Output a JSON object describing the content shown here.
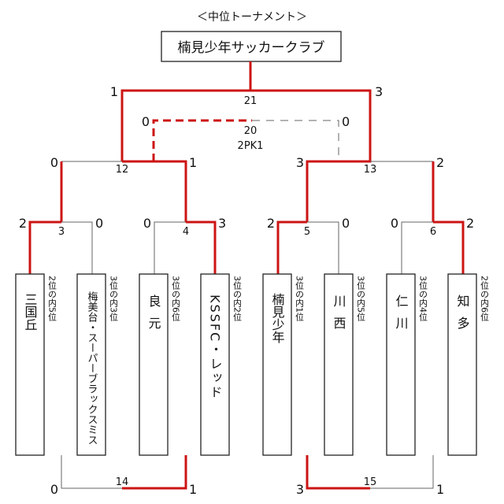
{
  "title": "＜中位トーナメント＞",
  "winner": "楠見少年サッカークラブ",
  "teams": [
    {
      "name": "三国丘",
      "note": "2位の内5位"
    },
    {
      "name": "梅美台・スーパーブラックスミス",
      "note": "3位の内3位"
    },
    {
      "name": "良元",
      "note": "3位の内6位"
    },
    {
      "name": "KSSFC・レッド",
      "note": "3位の内2位"
    },
    {
      "name": "楠見少年",
      "note": "3位の内1位"
    },
    {
      "name": "川西",
      "note": "3位の内5位"
    },
    {
      "name": "仁川",
      "note": "3位の内4位"
    },
    {
      "name": "知多",
      "note": "2位の内6位"
    }
  ],
  "matches": {
    "m3": {
      "no": "3",
      "left": "2",
      "right": "0"
    },
    "m4": {
      "no": "4",
      "left": "0",
      "right": "3"
    },
    "m5": {
      "no": "5",
      "left": "2",
      "right": "0"
    },
    "m6": {
      "no": "6",
      "left": "0",
      "right": "2"
    },
    "m12": {
      "no": "12",
      "left": "0",
      "right": "1"
    },
    "m13": {
      "no": "13",
      "left": "3",
      "right": "2"
    },
    "m20": {
      "no": "20",
      "left": "0",
      "right": "0",
      "pk": "2PK1"
    },
    "m21": {
      "no": "21",
      "left": "1",
      "right": "3"
    },
    "m14": {
      "no": "14",
      "left": "0",
      "right": "1"
    },
    "m15": {
      "no": "15",
      "left": "3",
      "right": "1"
    }
  }
}
